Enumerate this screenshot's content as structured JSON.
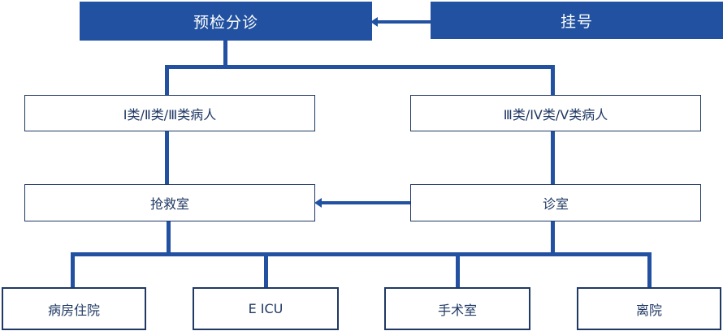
{
  "diagram": {
    "type": "flowchart",
    "language": "zh-CN",
    "nodes": {
      "triage": {
        "label": "预检分诊",
        "style": "filled"
      },
      "registration": {
        "label": "挂号",
        "style": "filled"
      },
      "class_1_2_3": {
        "label": "Ⅰ类/Ⅱ类/Ⅲ类病人",
        "style": "outlined"
      },
      "class_3_4_5": {
        "label": "Ⅲ类/IV类/V类病人",
        "style": "outlined"
      },
      "rescue_room": {
        "label": "抢救室",
        "style": "outlined"
      },
      "consult_room": {
        "label": "诊室",
        "style": "outlined"
      },
      "ward_admission": {
        "label": "病房住院",
        "style": "outlined"
      },
      "eicu": {
        "label": "E ICU",
        "style": "outlined"
      },
      "operating_room": {
        "label": "手术室",
        "style": "outlined"
      },
      "discharge": {
        "label": "离院",
        "style": "outlined"
      }
    },
    "edges": [
      {
        "from": "registration",
        "to": "triage",
        "type": "arrow"
      },
      {
        "from": "triage",
        "to": "class_1_2_3",
        "type": "line"
      },
      {
        "from": "triage",
        "to": "class_3_4_5",
        "type": "line"
      },
      {
        "from": "class_1_2_3",
        "to": "rescue_room",
        "type": "line"
      },
      {
        "from": "class_3_4_5",
        "to": "consult_room",
        "type": "line"
      },
      {
        "from": "consult_room",
        "to": "rescue_room",
        "type": "arrow"
      },
      {
        "from": "rescue_room",
        "to": "ward_admission",
        "type": "line"
      },
      {
        "from": "rescue_room",
        "to": "eicu",
        "type": "line"
      },
      {
        "from": "consult_room",
        "to": "operating_room",
        "type": "line"
      },
      {
        "from": "consult_room",
        "to": "discharge",
        "type": "line"
      }
    ]
  },
  "colors": {
    "node_fill_blue": "#2151A0",
    "connector_blue": "#2151A0",
    "node_border_navy": "#1F3864",
    "node_text_navy": "#1F3864",
    "filled_node_text": "#FFFFFF",
    "background": "#FFFFFF"
  }
}
